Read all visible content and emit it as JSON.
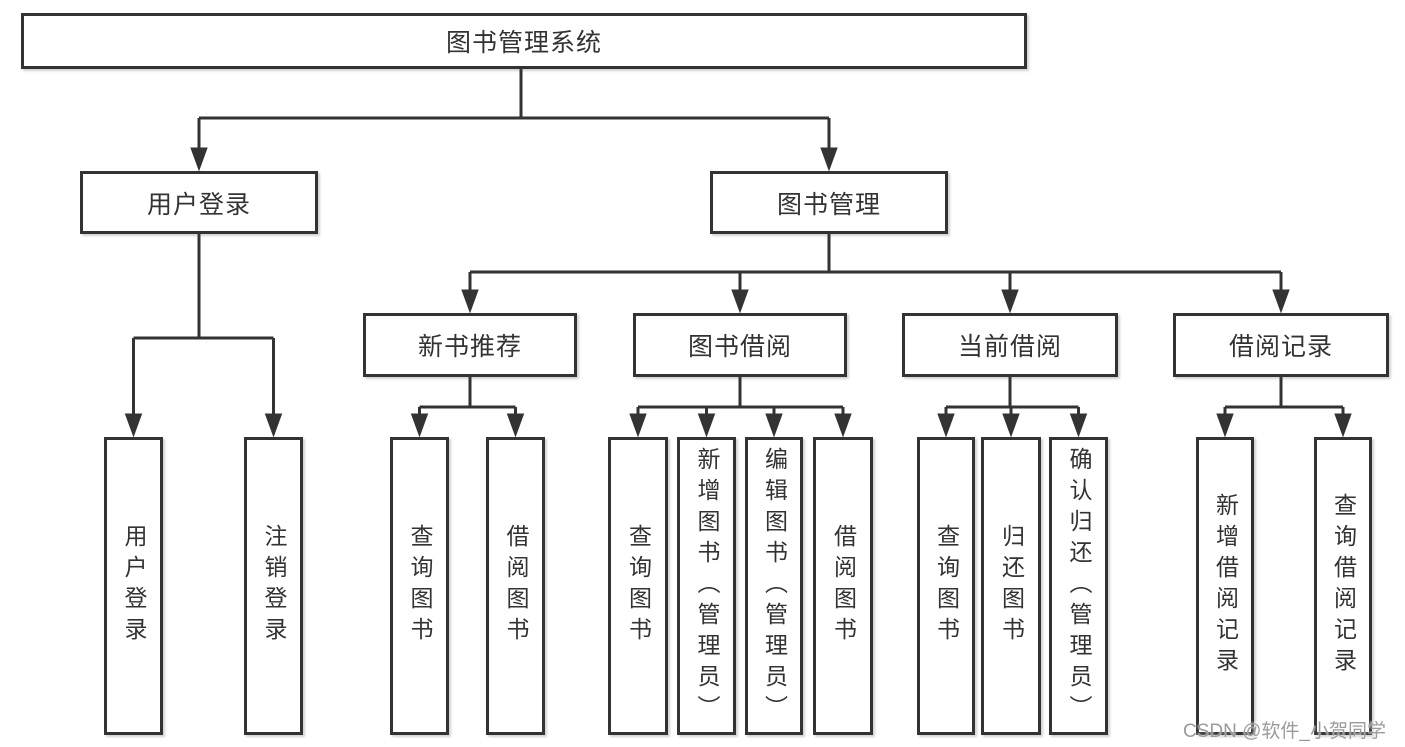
{
  "diagram": {
    "root": {
      "label": "图书管理系统"
    },
    "level2": [
      {
        "label": "用户登录"
      },
      {
        "label": "图书管理"
      }
    ],
    "modules": [
      {
        "label": "新书推荐"
      },
      {
        "label": "图书借阅"
      },
      {
        "label": "当前借阅"
      },
      {
        "label": "借阅记录"
      }
    ],
    "leaves": {
      "user": [
        "用户登录",
        "注销登录"
      ],
      "recommend": [
        "查询图书",
        "借阅图书"
      ],
      "borrow": [
        "查询图书",
        "新增图书（管理员）",
        "编辑图书（管理员）",
        "借阅图书"
      ],
      "current": [
        "查询图书",
        "归还图书",
        "确认归还（管理员）"
      ],
      "records": [
        "新增借阅记录",
        "查询借阅记录"
      ]
    }
  },
  "watermark": {
    "text": "CSDN @软件_小贺同学"
  },
  "colors": {
    "line": "#333333",
    "background": "#ffffff",
    "watermark": "#9b9b9b"
  }
}
